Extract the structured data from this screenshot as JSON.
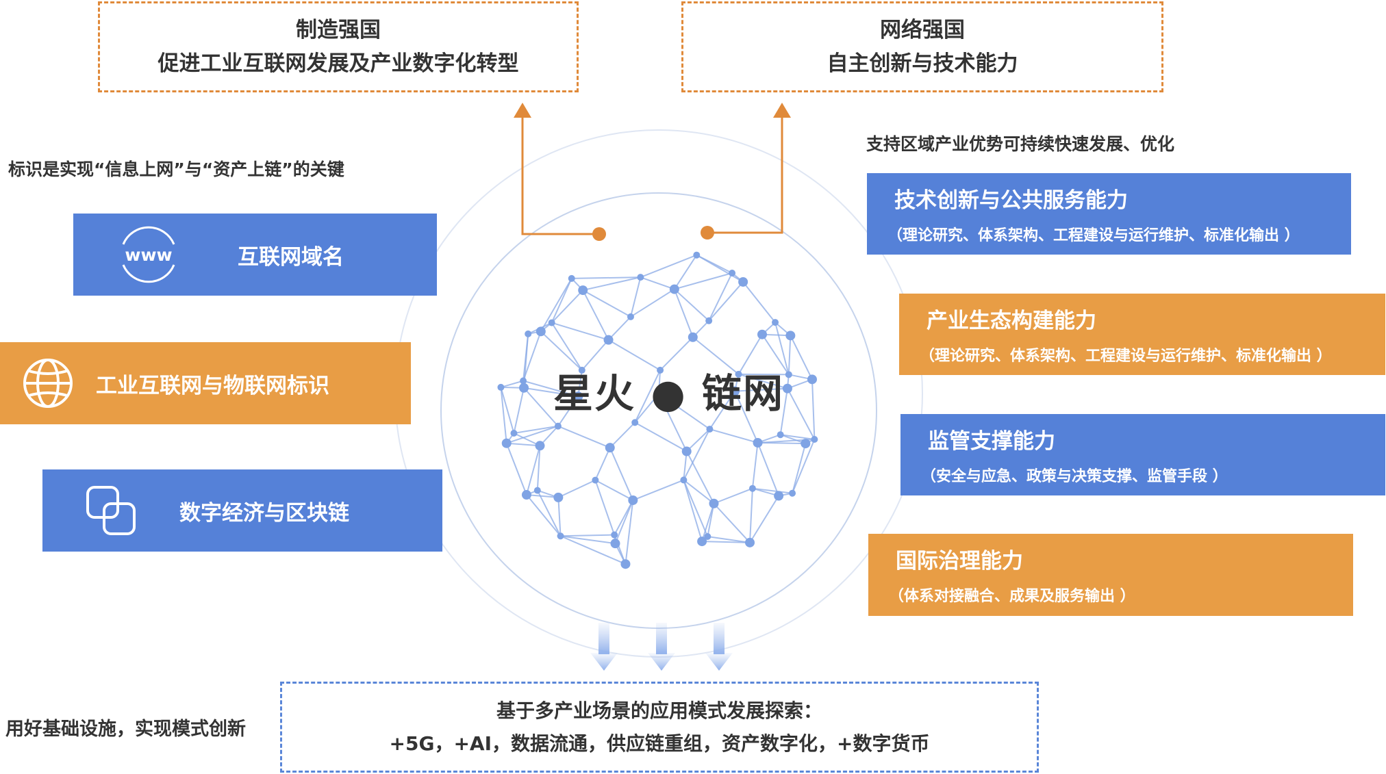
{
  "top_left": {
    "line1": "制造强国",
    "line2": "促进工业互联网发展及产业数字化转型"
  },
  "top_right": {
    "line1": "网络强国",
    "line2": "自主创新与技术能力"
  },
  "left_note": "标识是实现“信息上网”与“资产上链”的关键",
  "right_note": "支持区域产业优势可持续快速发展、优化",
  "left_items": [
    {
      "label": "互联网域名",
      "icon": "www-icon",
      "icon_text": "www",
      "color": "#5581d8"
    },
    {
      "label": "工业互联网与物联网标识",
      "icon": "globe-icon",
      "color": "#e89d45"
    },
    {
      "label": "数字经济与区块链",
      "icon": "blocks-icon",
      "color": "#5581d8"
    }
  ],
  "right_items": [
    {
      "title": "技术创新与公共服务能力",
      "sub": "（理论研究、体系架构、工程建设与运行维护、标准化输出 ）",
      "color": "#5581d8"
    },
    {
      "title": "产业生态构建能力",
      "sub": "（理论研究、体系架构、工程建设与运行维护、标准化输出 ）",
      "color": "#e89d45"
    },
    {
      "title": "监管支撑能力",
      "sub": "（安全与应急、政策与决策支撑、监管手段 ）",
      "color": "#5581d8"
    },
    {
      "title": "国际治理能力",
      "sub": "（体系对接融合、成果及服务输出 ）",
      "color": "#e89d45"
    }
  ],
  "center": {
    "title": "星火 ● 链网"
  },
  "bottom_note": "用好基础设施，实现模式创新",
  "bottom_box": {
    "line1": "基于多产业场景的应用模式发展探索：",
    "line2": "+5G，+AI，数据流通，供应链重组，资产数字化，+数字货币"
  },
  "colors": {
    "accent_blue": "#5581d8",
    "accent_orange": "#e89d45",
    "dash_orange": "#e08a3a",
    "dash_blue": "#5a86d8",
    "network": "#7fa3e4"
  }
}
